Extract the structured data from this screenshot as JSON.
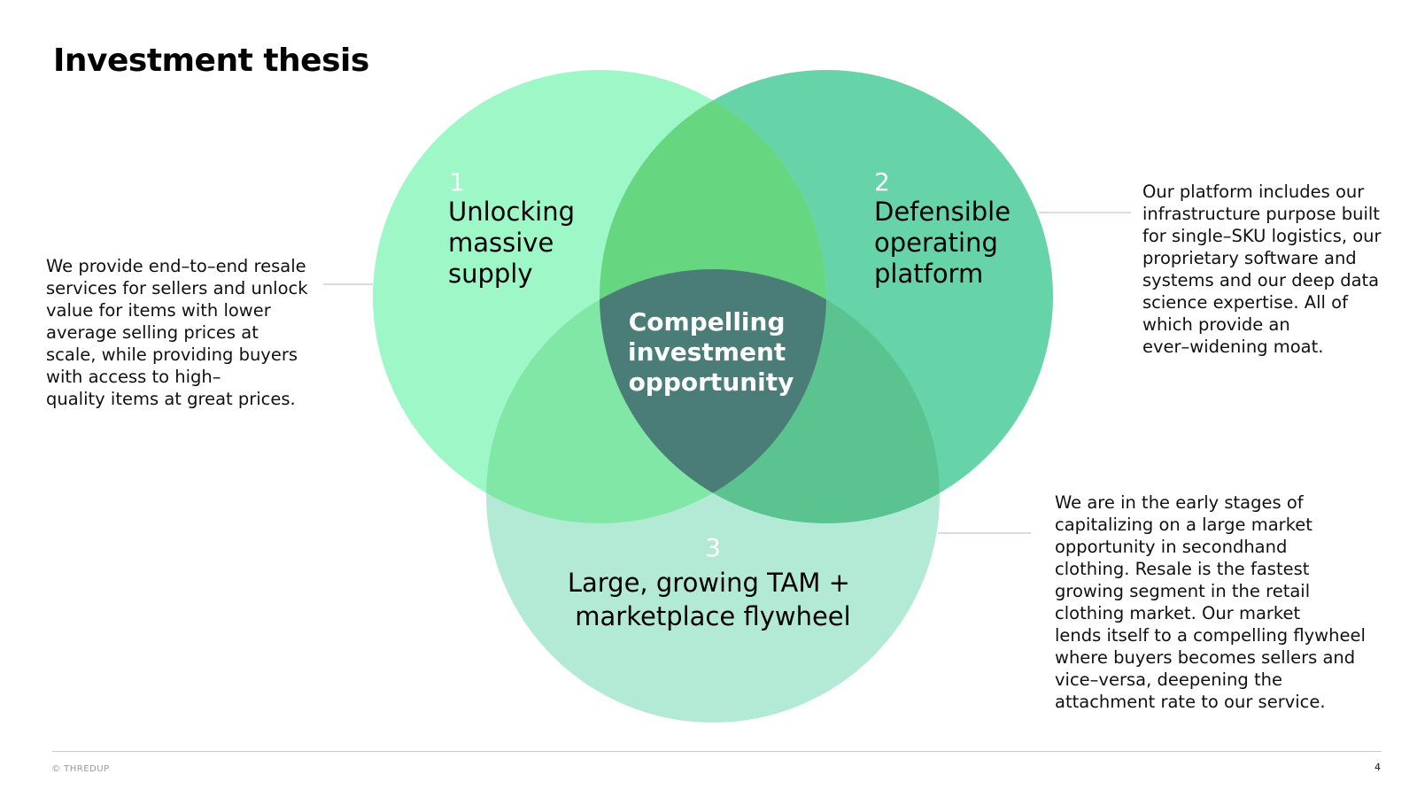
{
  "slide": {
    "title": "Investment thesis",
    "page_number": "4",
    "footer": "© THREDUP"
  },
  "venn": {
    "circles": [
      {
        "number": "1",
        "label_lines": [
          "Unlocking",
          "massive",
          "supply"
        ],
        "color": "#9ef7c7"
      },
      {
        "number": "2",
        "label_lines": [
          "Defensible",
          "operating",
          "platform"
        ],
        "color": "#66d3a9"
      },
      {
        "number": "3",
        "label_lines": [
          "Large, growing TAM +",
          "marketplace flywheel"
        ],
        "color": "#b3ead5"
      }
    ],
    "overlap_colors": {
      "one_two": "#66d681",
      "one_three": "#80e7a6",
      "two_three": "#5ac38f",
      "center": "#4a7d78"
    },
    "center_label_lines": [
      "Compelling",
      "investment",
      "opportunity"
    ]
  },
  "descriptions": {
    "left": "We provide end–to–end resale\nservices for sellers and unlock\nvalue for items with lower\naverage selling prices at\nscale, while providing buyers\nwith access to high–\nquality items at great prices.",
    "right_top": "Our platform includes our\ninfrastructure purpose built\nfor single–SKU logistics, our\nproprietary software and\nsystems and our deep data\nscience expertise. All of\nwhich provide an\never–widening moat.",
    "right_bottom": "We are in the early stages of\ncapitalizing on a large market\nopportunity in secondhand\nclothing. Resale is the fastest\ngrowing segment in the retail\nclothing market. Our market\nlends itself to a compelling flywheel\nwhere buyers becomes sellers and\nvice–versa, deepening the\nattachment rate to our service."
  }
}
